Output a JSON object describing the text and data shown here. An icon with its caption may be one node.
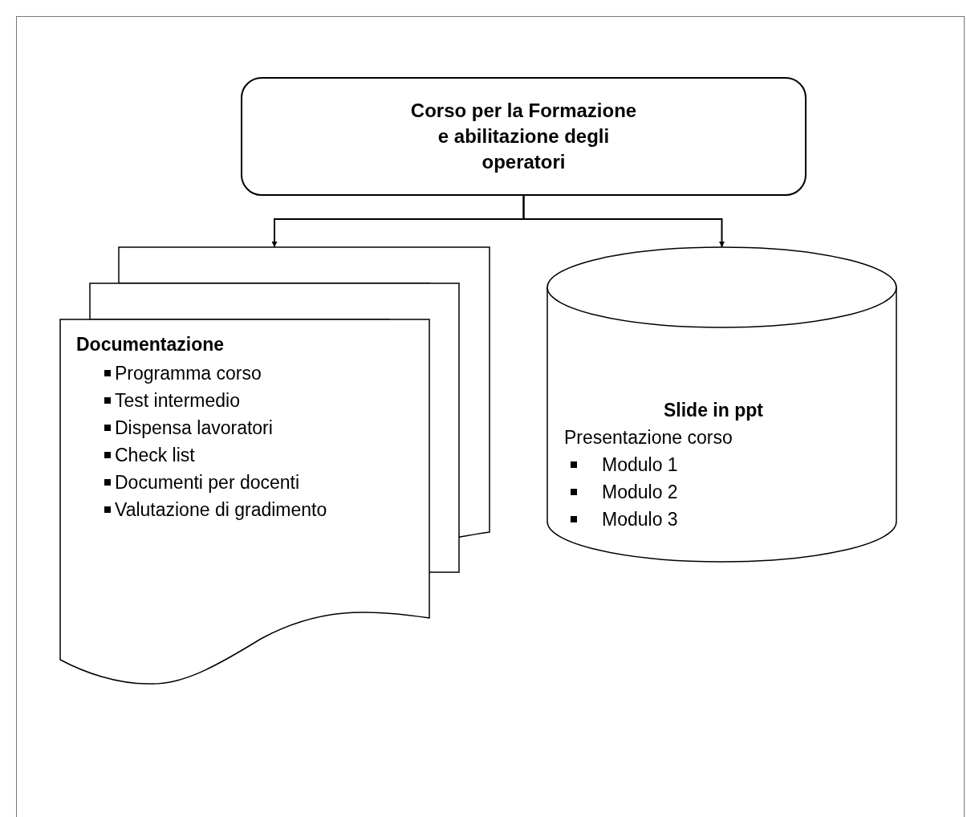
{
  "diagram": {
    "nodes": [
      {
        "text": [
          "Corso per la Formazione e abilitazione degli operatori"
        ]
      },
      {
        "text": [
          "Documentazione",
          "Programma corso",
          "Test intermedio",
          "Dispensa lavoratori",
          "Check list",
          "Documenti  per docenti",
          "Valutazione di gradimento"
        ]
      },
      {
        "text": [
          "Slide in ppt",
          "Presentazione corso",
          "Modulo 1",
          "Modulo 2",
          "Modulo 3"
        ]
      }
    ],
    "edges": [
      {
        "from": 0,
        "to": 1,
        "arrow": "to"
      },
      {
        "from": 0,
        "to": 2,
        "arrow": "to"
      }
    ]
  }
}
